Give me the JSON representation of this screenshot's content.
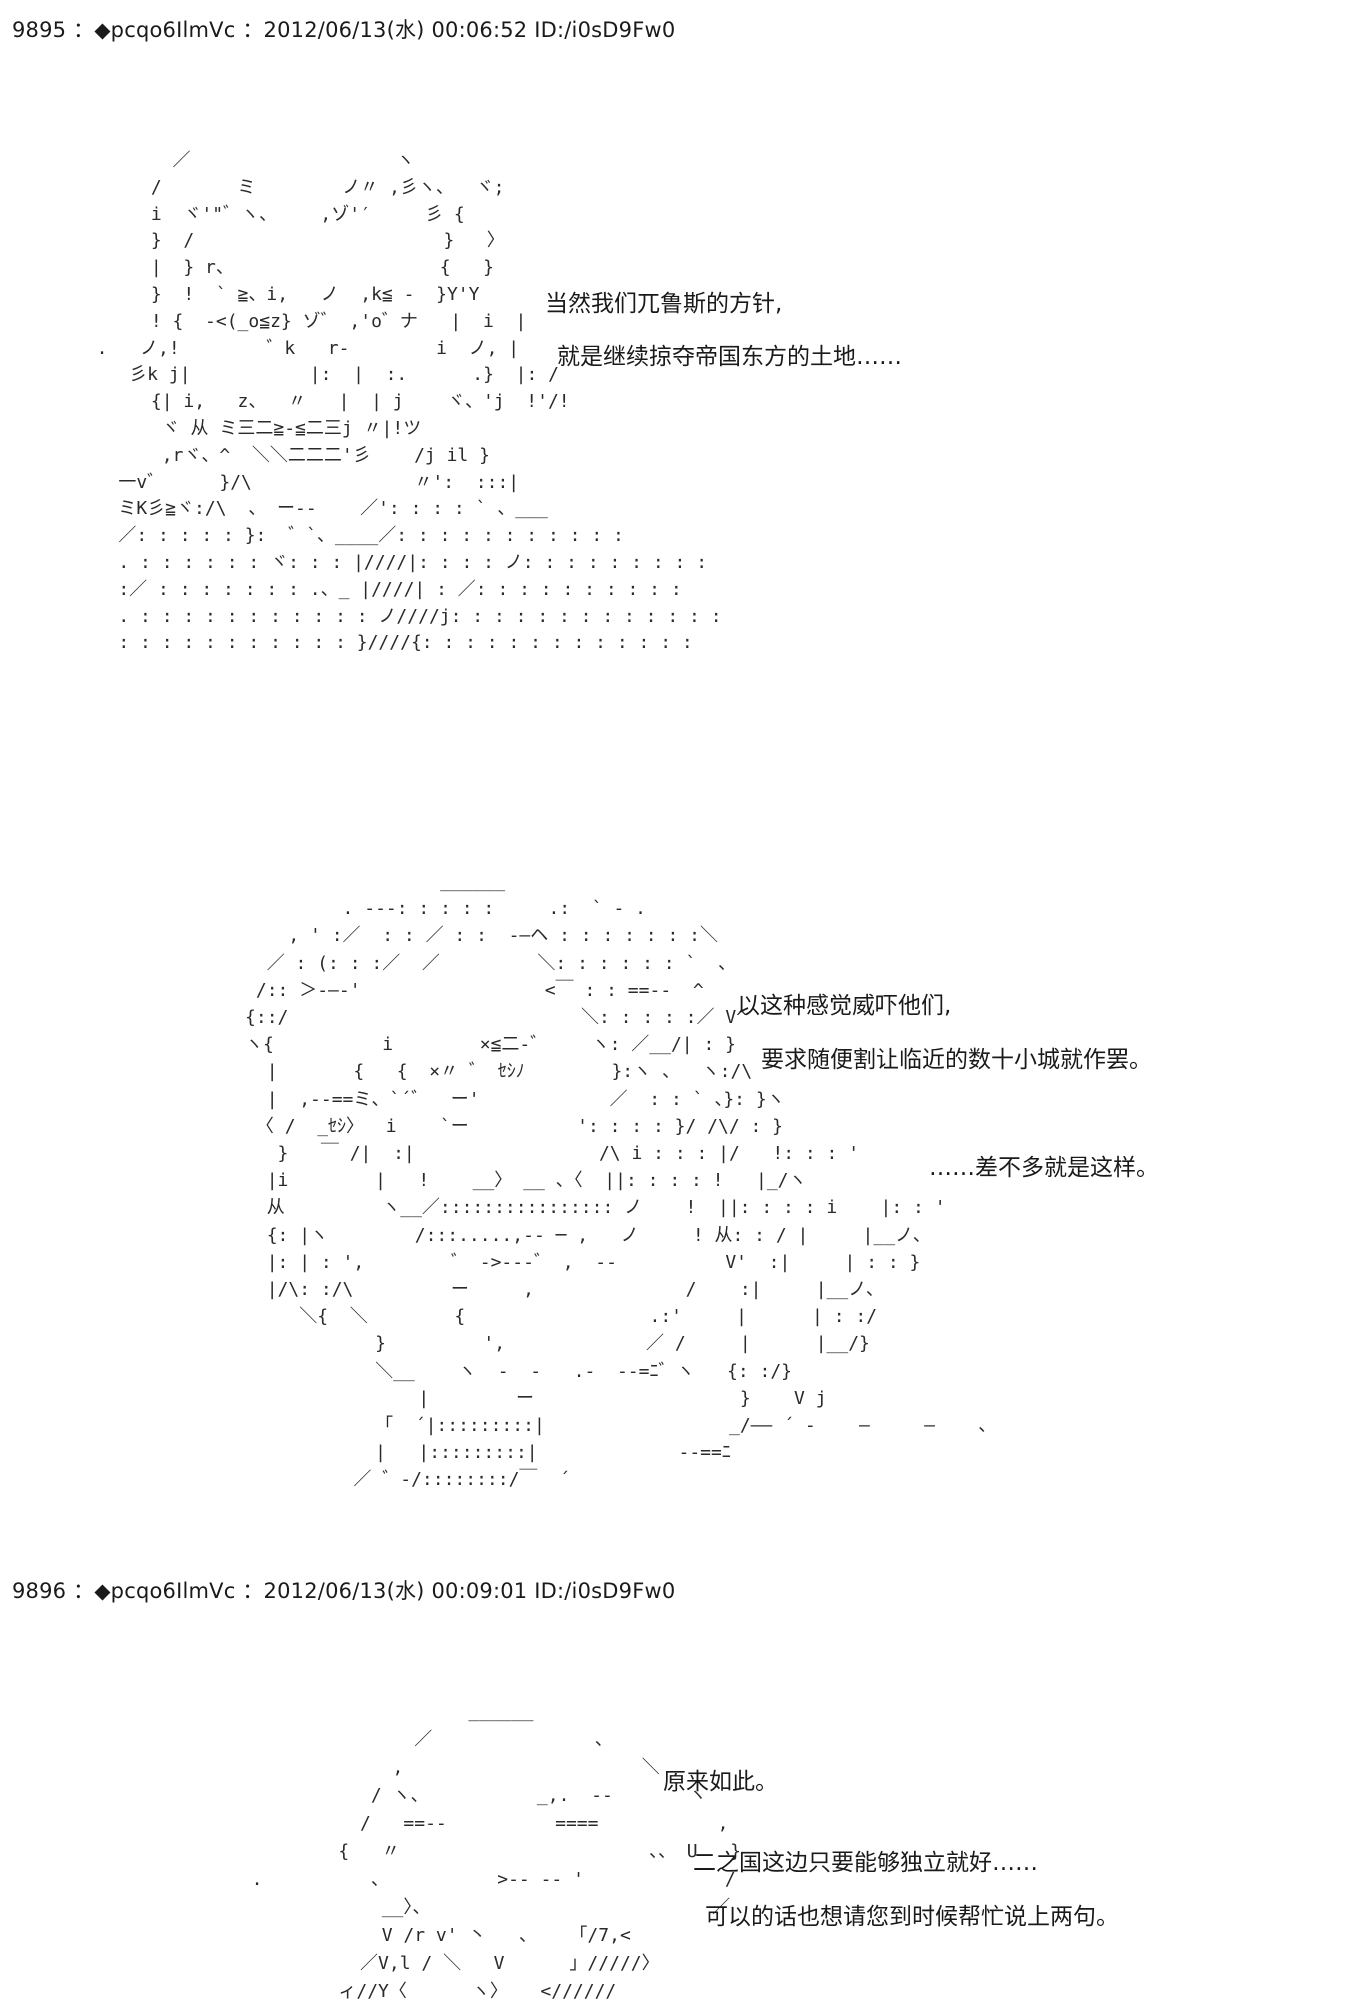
{
  "posts": [
    {
      "header": "9895 ：◆pcqo6IlmVc ：2012/06/13(水) 00:06:52 ID:/i0sD9Fw0",
      "art": [
        "         ／                   ヽ",
        "       /       ミ        ノ〃 ,彡ヽ、  ヾ;",
        "       i  ヾ'\"゛ヽ、    ,ゾ'′     彡 {",
        "       }  /                       }   〉",
        "       |  } r、                   {   }",
        "       }  !  ` ≧、i,   ノ  ,k≦ ‐  }Y'Y",
        "       ! {  -<(_o≦z} ゾ゛ ,'o゛ナ   |  i  |",
        "  .   ノ,!        ゛k   r‐        i  ノ, |",
        "     彡k j|           |:  |  :.      .}  |: /",
        "       {| i,   z、  〃   |  | j    ヾ、'j  !'/!",
        "        ヾ 从 ミ三二≧-≦二三j 〃|!ツ",
        "        ,rヾ、^  ＼＼二二二'彡    /j il }",
        "    一v゛     }/\\               〃':  :::|",
        "    ミK彡≧ヾ:/\\  、 ー-‐    ／': : : : ` 、___",
        "    ／: : : : : }:  ゛`、____／: : : : : : : : : : :",
        "    . : : : : : : ヾ: : : |////|: : : : ノ: : : : : : : : :",
        "    :／ : : : : : : : .、_ |////| : ／: : : : : : : : : :",
        "    . : : : : : : : : : : : ノ////j: : : : : : : : : : : : :",
        "    : : : : : : : : : : : }////{: : : : : : : : : : : : :"
      ],
      "lines": [
        "当然我们兀鲁斯的方针,",
        "就是继续掠夺帝国东方的土地……"
      ]
    },
    {
      "art": [
        "                        ______",
        "               . ‐-‐: : : : :     .:  ` - .",
        "          , ' :／  : : ／ : :  ‐―ヘ : : : : : : :＼",
        "        ／ : (: : :／  ／         ＼: : : : : : `  、",
        "       /:: ＞‐―‐'                 <￣ : : ==‐-  ^",
        "      {::/                           ＼: : : : :／ V^",
        "      ヽ{          i        ×≦二‐゛    ヽ: ／__/| : }",
        "        |       {   {  ×〃 ゛ ｾｼﾉ        }:ヽ 、  ヽ:/\\",
        "        |  ,‐-==ミ、`´゛  ー'            ／  : : ` 、}: }ヽ",
        "       〈 /  _ｾｼ〉  i    `ー          ': : : : }/ /\\/ : }",
        "         }   ￣ /|  :|                 /\\ i : : : |/   !: : : '",
        "        |i        |   !    __〉 __ 、〈  ||: : : : !   |_/ヽ",
        "        从         ヽ__／:::::::::::::::: ノ    !  ||: : : : i    |: : '",
        "        {: |ヽ        /:::.....,-‐ ─ ,   ノ     ! 从: : / |     |__ノ、",
        "        |: | : ',        ゛ ‐>‐-‐゛ ,  ‐‐          V'  :|     | : : }",
        "        |/\\: :/\\         ー     ,              /    :|     |__ノ、",
        "           ＼{  ＼        {                 .:'     |      | : :/",
        "                  }         ',             ／ /     |      |__/}",
        "                  ＼__    ヽ  ‐  ‐   .‐  ‐‐=ﾆ゛ヽ   {: :/}",
        "                      |        ー                   }    V j",
        "                  「  ´|:::::::::|                 _/―― ´ ‐    ―     ―    、",
        "                  |   |:::::::::|             ‐‐==ﾆ",
        "                ／ ゛‐/::::::::/￣  ´"
      ],
      "lines": [
        "以这种感觉威吓他们,",
        "要求随便割让临近的数十小城就作罢。",
        "……差不多就是这样。"
      ]
    },
    {
      "header": "9896 ：◆pcqo6IlmVc ：2012/06/13(水) 00:09:01 ID:/i0sD9Fw0",
      "art": [
        "                      ______",
        "                 ／               、",
        "               ,                      ＼",
        "             / ヽ、          _,.  ‐‐       ヽ",
        "            /   ==‐‐          ====           ,",
        "          {   〃                       、、 U   }",
        "  .          、          >‐‐ ‐‐ '             /",
        "              __〉、                          ／",
        "              V /r v' 丶   、   「/7,<",
        "            ／V,l / ＼   V      」/////〉",
        "          ィ//Y〈      ヽ〉   <//////"
      ],
      "lines": [
        "原来如此。",
        "二之国这边只要能够独立就好……",
        "可以的话也想请您到时候帮忙说上两句。"
      ]
    }
  ]
}
